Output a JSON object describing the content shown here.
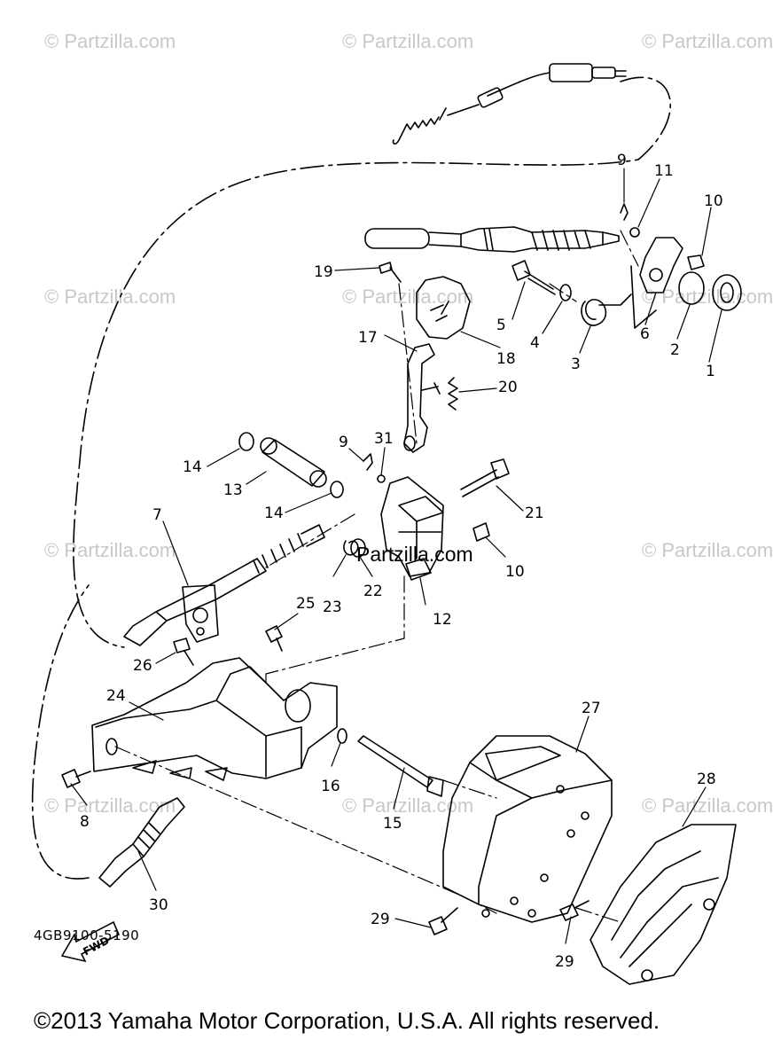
{
  "watermark": "© Partzilla.com",
  "watermark_center": "Partzilla.com",
  "diagram_code": "4GB9100-5190",
  "copyright": "©2013 Yamaha Motor Corporation, U.S.A. All rights reserved.",
  "fwd_label": "FWD",
  "callouts": [
    "9",
    "11",
    "10",
    "19",
    "5",
    "4",
    "3",
    "6",
    "2",
    "1",
    "18",
    "17",
    "20",
    "9",
    "31",
    "14",
    "13",
    "14",
    "21",
    "7",
    "10",
    "23",
    "22",
    "12",
    "25",
    "26",
    "24",
    "16",
    "15",
    "27",
    "28",
    "8",
    "30",
    "29",
    "29"
  ]
}
